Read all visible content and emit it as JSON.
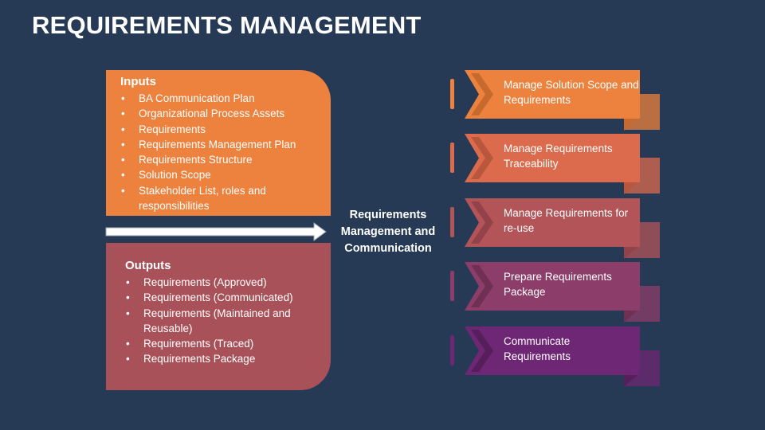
{
  "title": "REQUIREMENTS MANAGEMENT",
  "inputs": {
    "heading": "Inputs",
    "items": [
      "BA Communication Plan",
      "Organizational Process Assets",
      "Requirements",
      "Requirements Management Plan",
      "Requirements Structure",
      "Solution Scope",
      "Stakeholder List, roles and responsibilities"
    ]
  },
  "outputs": {
    "heading": "Outputs",
    "items": [
      "Requirements (Approved)",
      "Requirements (Communicated)",
      "Requirements (Maintained and Reusable)",
      "Requirements (Traced)",
      "Requirements Package"
    ]
  },
  "center_label": "Requirements Management and Communication",
  "steps": [
    {
      "label": "Manage Solution Scope and Requirements",
      "color": "#ec823d",
      "dark": "#c86a2e"
    },
    {
      "label": "Manage  Requirements Traceability",
      "color": "#db6b4c",
      "dark": "#b8573c"
    },
    {
      "label": "Manage Requirements for re-use",
      "color": "#b25458",
      "dark": "#924248"
    },
    {
      "label": "Prepare Requirements Package",
      "color": "#8c3d69",
      "dark": "#6f3054"
    },
    {
      "label": "Communicate Requirements",
      "color": "#6e2774",
      "dark": "#571e5c"
    }
  ],
  "colors": {
    "background": "#263a55",
    "inputs": "#ec823d",
    "outputs": "#a95158"
  }
}
